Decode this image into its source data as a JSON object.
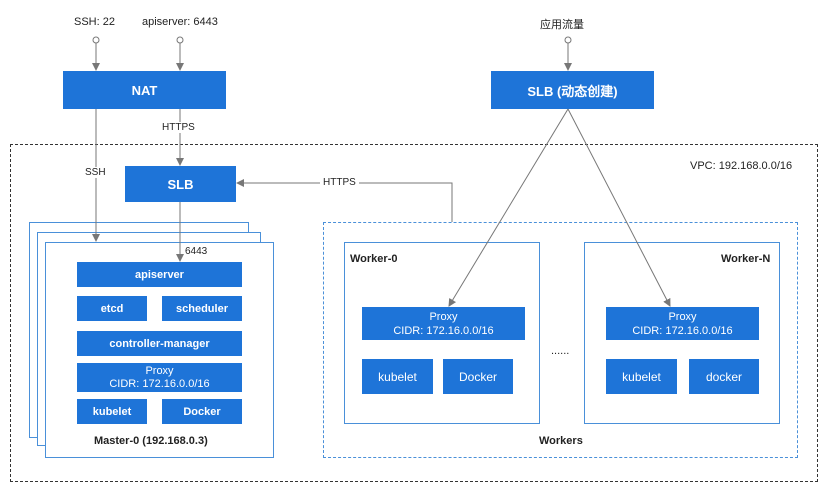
{
  "top_labels": {
    "ssh_port": "SSH: 22",
    "apiserver_port": "apiserver: 6443",
    "app_traffic": "应用流量"
  },
  "nat": {
    "label": "NAT"
  },
  "slb_dynamic": {
    "label": "SLB (动态创建)"
  },
  "edge_labels": {
    "https_nat": "HTTPS",
    "ssh": "SSH",
    "https_slb": "HTTPS",
    "port_6443": "6443"
  },
  "vpc": {
    "label": "VPC: 192.168.0.0/16"
  },
  "slb": {
    "label": "SLB"
  },
  "master": {
    "apiserver": "apiserver",
    "etcd": "etcd",
    "scheduler": "scheduler",
    "controller_manager": "controller-manager",
    "proxy_line1": "Proxy",
    "proxy_line2": "CIDR: 172.16.0.0/16",
    "kubelet": "kubelet",
    "docker": "Docker",
    "caption": "Master-0 (192.168.0.3)"
  },
  "workers": {
    "caption": "Workers",
    "ellipsis": "......",
    "worker0": {
      "title": "Worker-0",
      "proxy_line1": "Proxy",
      "proxy_line2": "CIDR: 172.16.0.0/16",
      "kubelet": "kubelet",
      "docker": "Docker"
    },
    "workerN": {
      "title": "Worker-N",
      "proxy_line1": "Proxy",
      "proxy_line2": "CIDR: 172.16.0.0/16",
      "kubelet": "kubelet",
      "docker": "docker"
    }
  },
  "colors": {
    "box_fill": "#1e74d8",
    "outline": "#4a90d9",
    "line": "#777777"
  }
}
